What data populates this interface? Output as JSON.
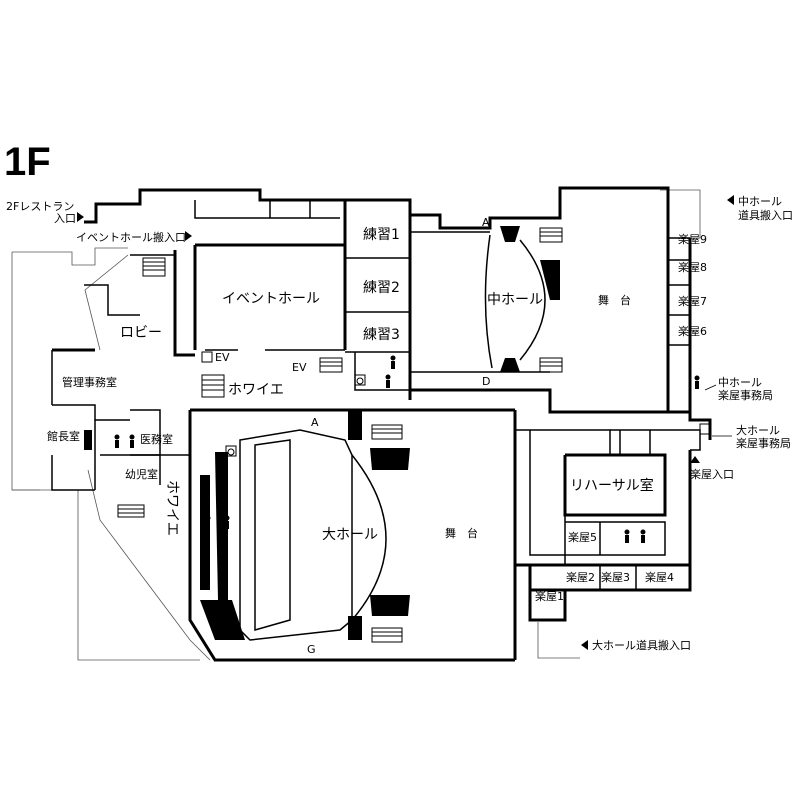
{
  "floor": "1F",
  "rooms": {
    "practice_1": "練習1",
    "practice_2": "練習2",
    "practice_3": "練習3",
    "event_hall": "イベントホール",
    "lobby": "ロビー",
    "foyer_upper": "ホワイエ",
    "foyer_side": "ホワイエ",
    "management_office": "管理事務室",
    "directors_room": "館長室",
    "medical_room": "医務室",
    "nursery": "幼児室",
    "medium_hall": "中ホール",
    "medium_stage": "舞　台",
    "large_hall": "大ホール",
    "large_stage": "舞　台",
    "rehearsal_room": "リハーサル室",
    "dressing_1": "楽屋1",
    "dressing_2": "楽屋2",
    "dressing_3": "楽屋3",
    "dressing_4": "楽屋4",
    "dressing_5": "楽屋5",
    "dressing_6": "楽屋6",
    "dressing_7": "楽屋7",
    "dressing_8": "楽屋8",
    "dressing_9": "楽屋9",
    "ev_1": "EV",
    "ev_2": "EV"
  },
  "doors": {
    "a_upper": "A",
    "d": "D",
    "a_lower": "A",
    "g": "G"
  },
  "entrances": {
    "restaurant_line1": "2Fレストラン",
    "restaurant_line2": "入口",
    "event_hall_loading": "イベントホール搬入口",
    "medium_hall_equipment_line1": "中ホール",
    "medium_hall_equipment_line2": "道具搬入口",
    "medium_hall_office_line1": "中ホール",
    "medium_hall_office_line2": "楽屋事務局",
    "large_hall_office_line1": "大ホール",
    "large_hall_office_line2": "楽屋事務局",
    "dressing_entrance": "楽屋入口",
    "large_hall_equipment": "大ホール道具搬入口"
  },
  "icons": [
    "arrow-right-icon",
    "arrow-left-icon",
    "arrow-up-icon",
    "restroom-icon",
    "wheelchair-icon",
    "telephone-icon",
    "stairs-icon"
  ]
}
